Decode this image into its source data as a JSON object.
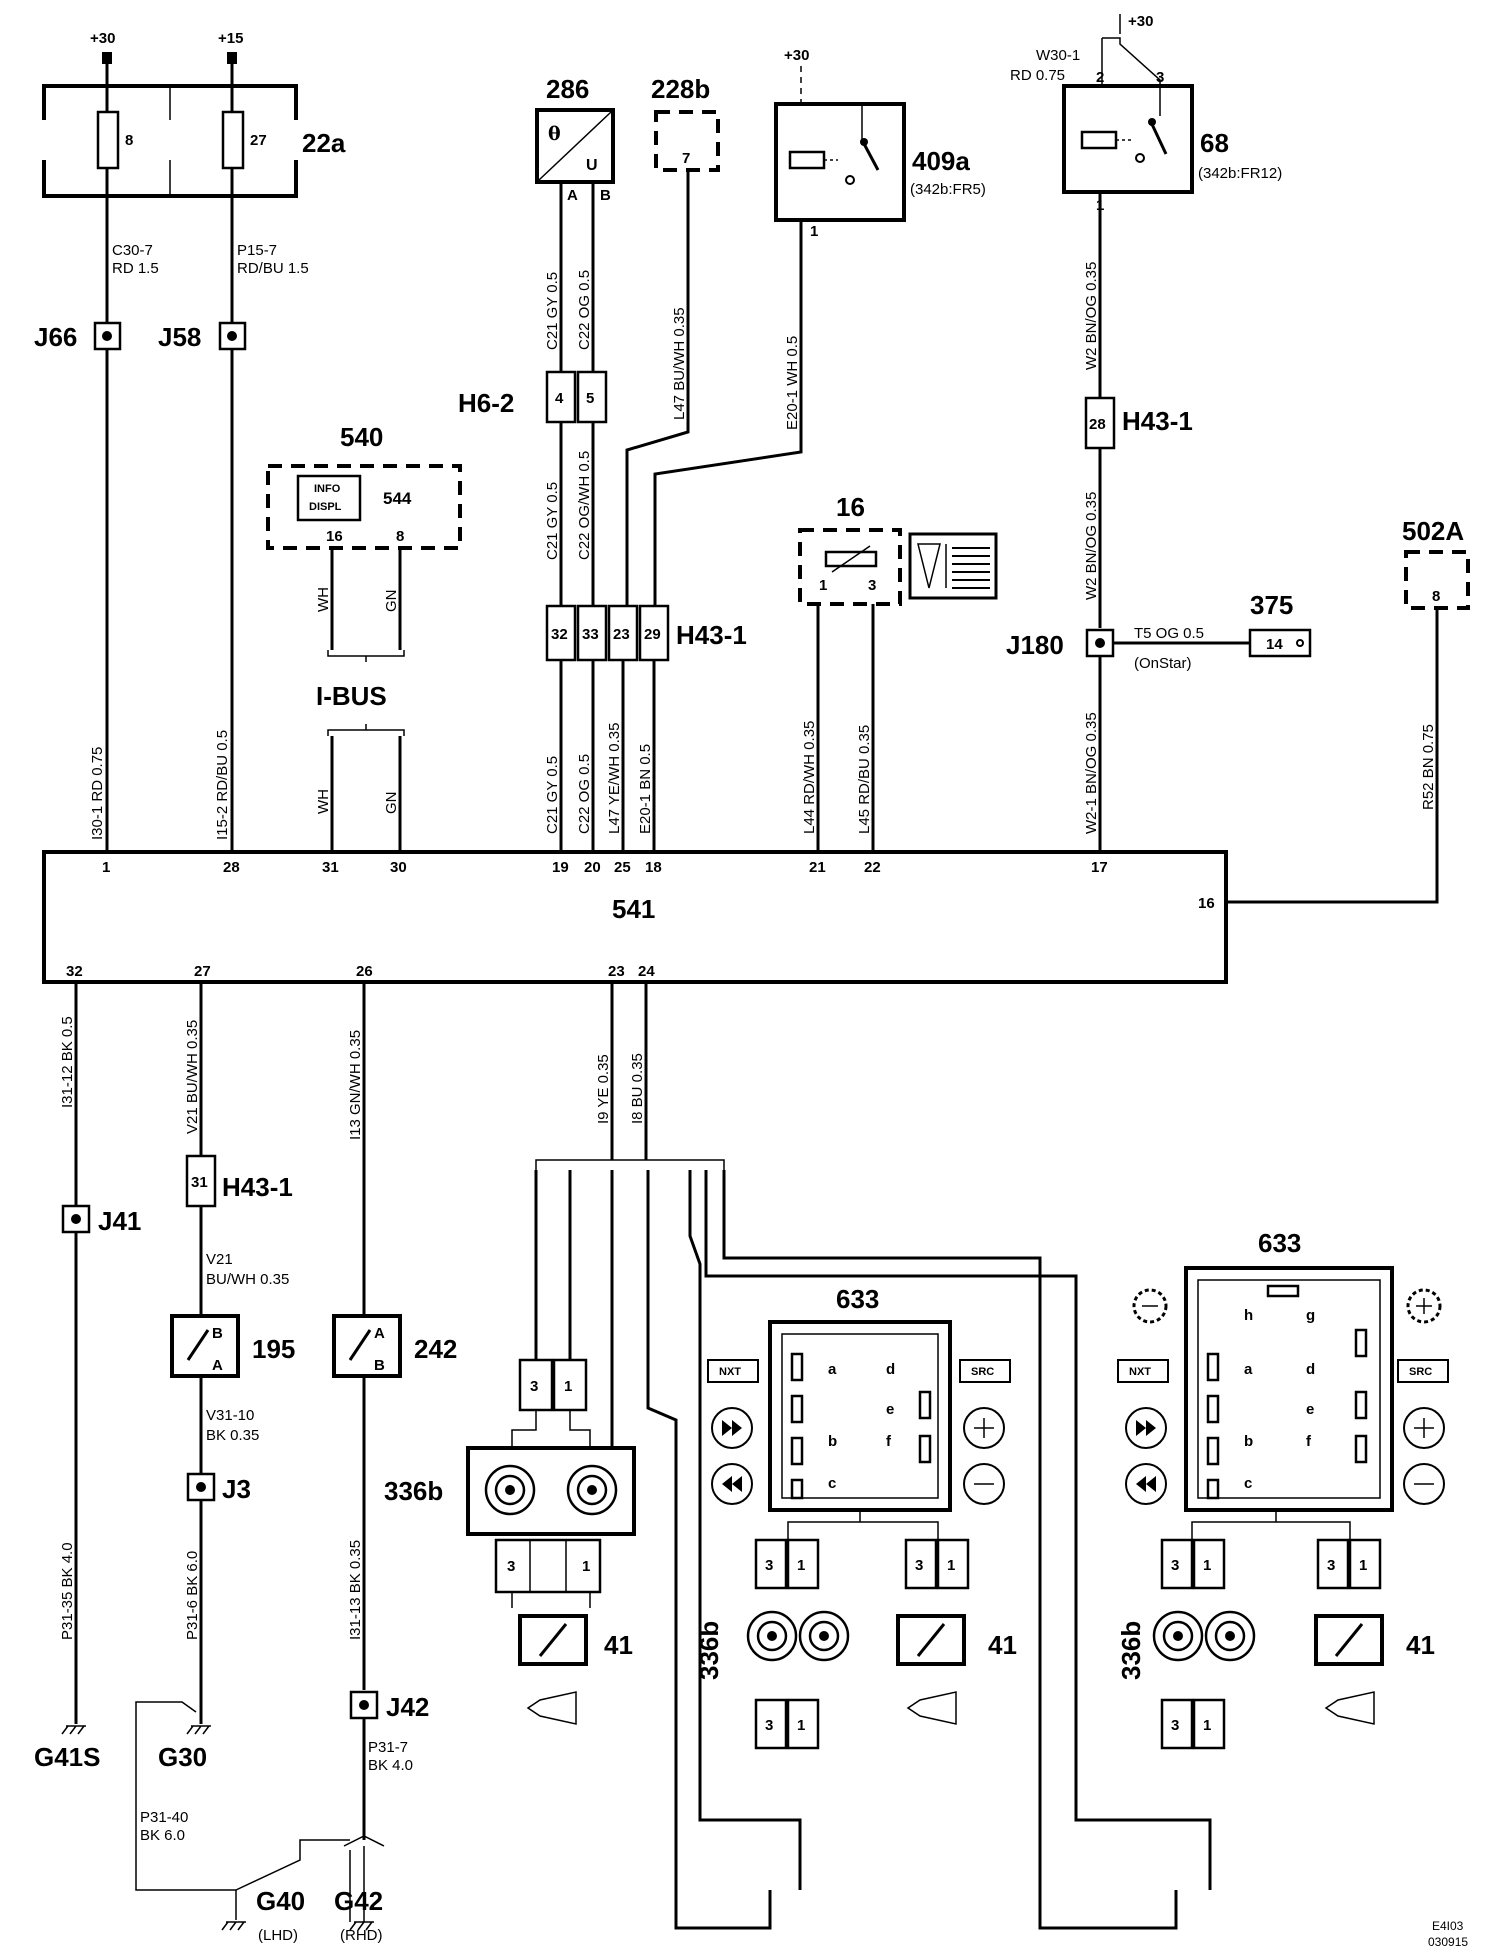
{
  "supply": {
    "p30": "+30",
    "p15": "+15"
  },
  "fuse_block": {
    "id": "22a",
    "f1": "8",
    "f2": "27"
  },
  "sensor": {
    "id": "286",
    "theta": "θ",
    "u": "U",
    "pa": "A",
    "pb": "B"
  },
  "c228": {
    "id": "228b",
    "pin": "7"
  },
  "relay409": {
    "id": "409a",
    "sub": "(342b:FR5)",
    "supply": "+30",
    "pin": "1"
  },
  "relay68": {
    "id": "68",
    "sub": "(342b:FR12)",
    "supply": "+30",
    "pin2": "2",
    "pin3": "3",
    "pin1": "1",
    "wire_a": "W30-1",
    "wire_b": "RD  0.75"
  },
  "info": {
    "id": "540",
    "inner": "544",
    "l1": "INFO",
    "l2": "DISPL",
    "p16": "16",
    "p8": "8",
    "ibus": "I-BUS"
  },
  "c16": {
    "id": "16",
    "p1": "1",
    "p3": "3"
  },
  "c502": {
    "id": "502A",
    "pin": "8"
  },
  "c375": {
    "id": "375",
    "pin": "14",
    "wire": "T5  OG  0.5",
    "onstar": "(OnStar)"
  },
  "junctions": {
    "j66": "J66",
    "j58": "J58",
    "j180": "J180",
    "j41": "J41",
    "j3": "J3",
    "j42": "J42"
  },
  "connectors": {
    "h62": "H6-2",
    "h43a": "H43-1",
    "h43b": "H43-1",
    "h43c": "H43-1"
  },
  "pins": {
    "h62a": "4",
    "h62b": "5",
    "h43a": "28",
    "b32": "32",
    "b33": "33",
    "b23": "23",
    "b29": "29",
    "h43c": "31"
  },
  "module": {
    "id": "541",
    "t1": "1",
    "t28": "28",
    "t31": "31",
    "t30": "30",
    "t19": "19",
    "t20": "20",
    "t25": "25",
    "t18": "18",
    "t21": "21",
    "t22": "22",
    "t17": "17",
    "t16": "16",
    "b32": "32",
    "b27": "27",
    "b26": "26",
    "b23": "23",
    "b24": "24"
  },
  "wires": {
    "c307a": "C30-7",
    "c307b": "RD  1.5",
    "p157a": "P15-7",
    "p157b": "RD/BU  1.5",
    "i301": "I30-1  RD  0.75",
    "i152": "I15-2  RD/BU  0.5",
    "wh": "WH",
    "gn": "GN",
    "wh2": "WH",
    "gn2": "GN",
    "c21a": "C21  GY  0.5",
    "c22a": "C22  OG  0.5",
    "l47a": "L47  BU/WH  0.35",
    "e201a": "E20-1  WH  0.5",
    "c21b": "C21  GY  0.5",
    "c22b": "C22  OG/WH  0.5",
    "c21c": "C21  GY  0.5",
    "c22c": "C22  OG  0.5",
    "l47c": "L47  YE/WH  0.35",
    "e201c": "E20-1  BN  0.5",
    "l44": "L44  RD/WH  0.35",
    "l45": "L45  RD/BU  0.35",
    "w2a": "W2  BN/OG  0.35",
    "w2b": "W2  BN/OG  0.35",
    "w21": "W2-1  BN/OG  0.35",
    "r52": "R52  BN  0.75",
    "i3112": "I31-12  BK  0.5",
    "v21a": "V21  BU/WH  0.35",
    "i13": "I13  GN/WH  0.35",
    "i9": "I9  YE  0.35",
    "i8": "I8  BU  0.35",
    "v21b1": "V21",
    "v21b2": "BU/WH 0.35",
    "v3110a": "V31-10",
    "v3110b": "BK 0.35",
    "p3135": "P31-35  BK  4.0",
    "p316": "P31-6  BK  6.0",
    "i3113": "I31-13  BK  0.35",
    "p317a": "P31-7",
    "p317b": "BK  4.0",
    "p3140a": "P31-40",
    "p3140b": "BK 6.0"
  },
  "switches": {
    "s195": "195",
    "s242": "242",
    "a": "A",
    "b": "B",
    "a2": "A",
    "b2": "B"
  },
  "grounds": {
    "g41s": "G41S",
    "g30": "G30",
    "g40": "G40",
    "g42": "G42",
    "lhd": "(LHD)",
    "rhd": "(RHD)"
  },
  "bottom": {
    "c336": "336b",
    "h41": "41",
    "sw633a": "633",
    "sw633b": "633",
    "nxt": "NXT",
    "src": "SRC",
    "nxt2": "NXT",
    "src2": "SRC",
    "p3": "3",
    "p1": "1",
    "c336b": "336b",
    "c336c": "336b",
    "h41b": "41",
    "h41c": "41",
    "sa": "a",
    "sb": "b",
    "sc": "c",
    "sd": "d",
    "se": "e",
    "sf": "f",
    "sg": "g",
    "sh": "h"
  },
  "ref": {
    "code": "E4I03",
    "date": "030915"
  }
}
